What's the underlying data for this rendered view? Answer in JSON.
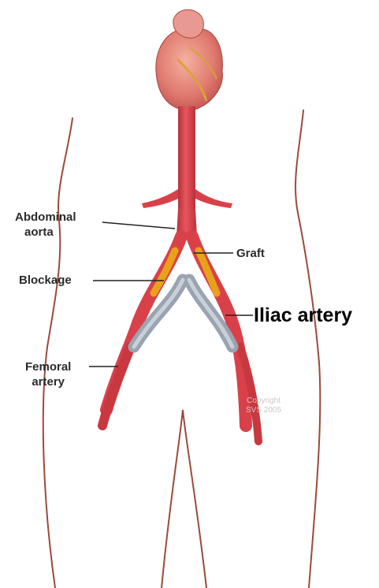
{
  "labels": {
    "abdominal_aorta_line1": "Abdominal",
    "abdominal_aorta_line2": "aorta",
    "graft": "Graft",
    "blockage": "Blockage",
    "iliac_artery": "Iliac artery",
    "femoral_artery_line1": "Femoral",
    "femoral_artery_line2": "artery"
  },
  "watermark": {
    "line1": "Copyright",
    "line2": "SVS 2005"
  },
  "colors": {
    "artery": "#d9414a",
    "artery_dark": "#b52e36",
    "heart": "#e07a6f",
    "graft": "#8f9aa8",
    "blockage": "#e8a21a",
    "body_outline": "#9c4a3a"
  }
}
